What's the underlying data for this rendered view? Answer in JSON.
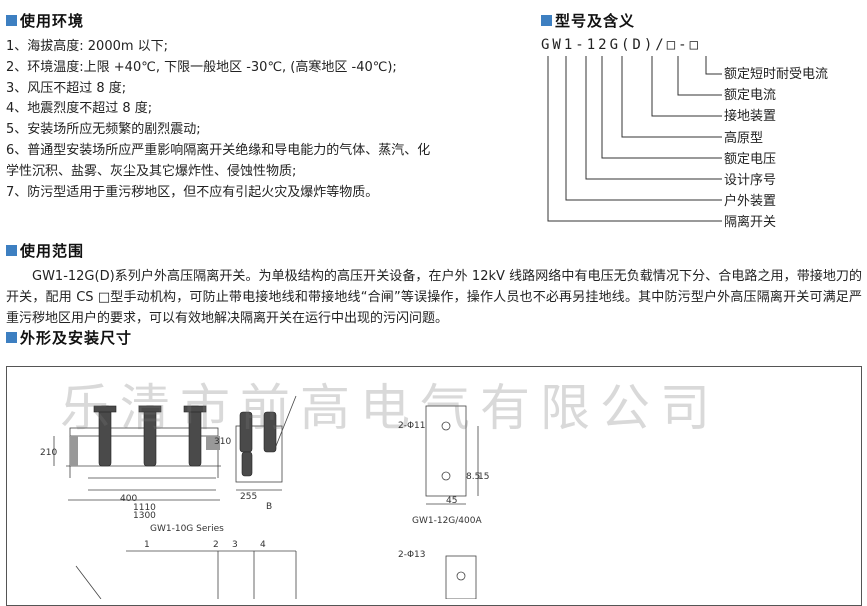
{
  "env": {
    "title": "使用环境",
    "items": [
      "1、海拔高度: 2000m 以下;",
      "2、环境温度:上限 +40℃, 下限一般地区 -30℃, (高寒地区 -40℃);",
      "3、风压不超过 8 度;",
      "4、地震烈度不超过 8 度;",
      "5、安装场所应无频繁的剧烈震动;",
      "6、普通型安装场所应严重影响隔离开关绝缘和导电能力的气体、蒸汽、化",
      "学性沉积、盐雾、灰尘及其它爆炸性、侵蚀性物质;",
      "7、防污型适用于重污秽地区，但不应有引起火灾及爆炸等物质。"
    ]
  },
  "model": {
    "title": "型号及含义",
    "code": "GW1-12G(D)/□-□",
    "meanings": [
      "额定短时耐受电流",
      "额定电流",
      "接地装置",
      "高原型",
      "额定电压",
      "设计序号",
      "户外装置",
      "隔离开关"
    ]
  },
  "range": {
    "title": "使用范围",
    "text": "GW1-12G(D)系列户外高压隔离开关。为单极结构的高压开关设备，在户外 12kV 线路网络中有电压无负载情况下分、合电路之用，带接地刀的开关，配用 CS □型手动机构，可防止带电接地线和带接地线“合闸”等误操作，操作人员也不必再另挂地线。其中防污型户外高压隔离开关可满足严重污秽地区用户的要求，可以有效地解决隔离开关在运行中出现的污闪问题。"
  },
  "dims": {
    "title": "外形及安装尺寸",
    "watermark": "乐清市前高电气有限公司",
    "labels": {
      "d210": "210",
      "d310": "310",
      "d400": "400",
      "d1110": "1110",
      "d1300": "1300",
      "d255": "255",
      "b": "B",
      "series": "GW1-10G Series",
      "phi11": "2-Φ11",
      "d45": "45",
      "d85": "8.5",
      "d15": "15",
      "model400": "GW1-12G/400A",
      "phi13": "2-Φ13",
      "n1": "1",
      "n2": "2",
      "n3": "3",
      "n4": "4"
    }
  }
}
